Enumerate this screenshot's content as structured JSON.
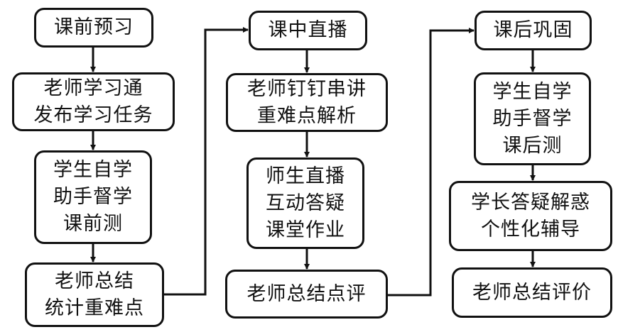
{
  "diagram": {
    "type": "flowchart",
    "columns": [
      {
        "name": "pre-class",
        "nodes": [
          {
            "id": "pre-1",
            "label": "课前预习"
          },
          {
            "id": "pre-2",
            "label": "老师学习通\n发布学习任务"
          },
          {
            "id": "pre-3",
            "label": "学生自学\n助手督学\n课前测"
          },
          {
            "id": "pre-4",
            "label": "老师总结\n统计重难点"
          }
        ]
      },
      {
        "name": "in-class",
        "nodes": [
          {
            "id": "in-1",
            "label": "课中直播"
          },
          {
            "id": "in-2",
            "label": "老师钉钉串讲\n重难点解析"
          },
          {
            "id": "in-3",
            "label": "师生直播\n互动答疑\n课堂作业"
          },
          {
            "id": "in-4",
            "label": "老师总结点评"
          }
        ]
      },
      {
        "name": "post-class",
        "nodes": [
          {
            "id": "post-1",
            "label": "课后巩固"
          },
          {
            "id": "post-2",
            "label": "学生自学\n助手督学\n课后测"
          },
          {
            "id": "post-3",
            "label": "学长答疑解惑\n个性化辅导"
          },
          {
            "id": "post-4",
            "label": "老师总结评价"
          }
        ]
      }
    ],
    "edges": [
      {
        "from": "pre-1",
        "to": "pre-2"
      },
      {
        "from": "pre-2",
        "to": "pre-3"
      },
      {
        "from": "pre-3",
        "to": "pre-4"
      },
      {
        "from": "pre-4",
        "to": "in-1"
      },
      {
        "from": "in-1",
        "to": "in-2"
      },
      {
        "from": "in-2",
        "to": "in-3"
      },
      {
        "from": "in-3",
        "to": "in-4"
      },
      {
        "from": "in-4",
        "to": "post-1"
      },
      {
        "from": "post-1",
        "to": "post-2"
      },
      {
        "from": "post-2",
        "to": "post-3"
      },
      {
        "from": "post-3",
        "to": "post-4"
      }
    ],
    "colors": {
      "stroke": "#111111",
      "background": "#ffffff",
      "text": "#111111"
    }
  }
}
